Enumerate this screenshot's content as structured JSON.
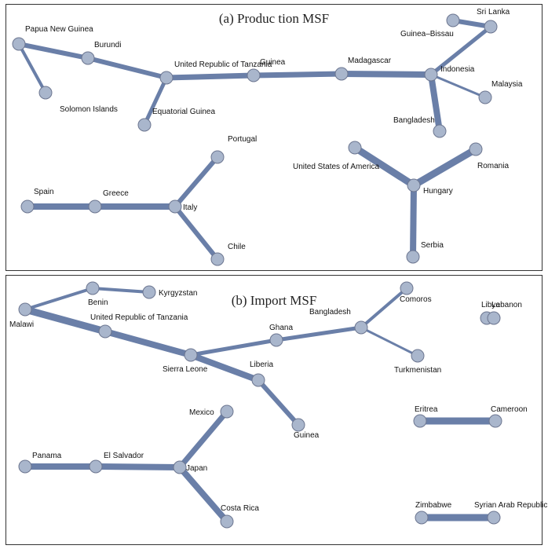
{
  "colors": {
    "edge": "#6a7fa8",
    "node_fill": "#a9b6cc",
    "node_stroke": "#6c7690",
    "border": "#333333"
  },
  "panels": [
    {
      "id": "a",
      "title": "(a) Produc tion MSF",
      "nodes": [
        {
          "id": "png",
          "label": "Papua New Guinea"
        },
        {
          "id": "sol",
          "label": "Solomon Islands"
        },
        {
          "id": "bur",
          "label": "Burundi"
        },
        {
          "id": "tza",
          "label": "United Republic of Tanzania"
        },
        {
          "id": "eqg",
          "label": "Equatorial Guinea"
        },
        {
          "id": "gin",
          "label": "Guinea"
        },
        {
          "id": "mdg",
          "label": "Madagascar"
        },
        {
          "id": "idn",
          "label": "Indonesia"
        },
        {
          "id": "gnb",
          "label": "Guinea–Bissau"
        },
        {
          "id": "lka",
          "label": "Sri Lanka"
        },
        {
          "id": "mys",
          "label": "Malaysia"
        },
        {
          "id": "bgd",
          "label": "Bangladesh"
        },
        {
          "id": "esp",
          "label": "Spain"
        },
        {
          "id": "grc",
          "label": "Greece"
        },
        {
          "id": "ita",
          "label": "Italy"
        },
        {
          "id": "prt",
          "label": "Portugal"
        },
        {
          "id": "chl",
          "label": "Chile"
        },
        {
          "id": "usa",
          "label": "United States of America"
        },
        {
          "id": "hun",
          "label": "Hungary"
        },
        {
          "id": "rou",
          "label": "Romania"
        },
        {
          "id": "srb",
          "label": "Serbia"
        }
      ],
      "edges": [
        {
          "from": "png",
          "to": "sol",
          "weight": 4
        },
        {
          "from": "png",
          "to": "bur",
          "weight": 6
        },
        {
          "from": "bur",
          "to": "tza",
          "weight": 6
        },
        {
          "from": "tza",
          "to": "eqg",
          "weight": 5
        },
        {
          "from": "tza",
          "to": "gin",
          "weight": 7
        },
        {
          "from": "gin",
          "to": "mdg",
          "weight": 7
        },
        {
          "from": "mdg",
          "to": "idn",
          "weight": 8
        },
        {
          "from": "idn",
          "to": "lka",
          "weight": 5
        },
        {
          "from": "lka",
          "to": "gnb",
          "weight": 6
        },
        {
          "from": "idn",
          "to": "mys",
          "weight": 3
        },
        {
          "from": "idn",
          "to": "bgd",
          "weight": 8
        },
        {
          "from": "esp",
          "to": "grc",
          "weight": 8
        },
        {
          "from": "grc",
          "to": "ita",
          "weight": 8
        },
        {
          "from": "ita",
          "to": "prt",
          "weight": 6
        },
        {
          "from": "ita",
          "to": "chl",
          "weight": 6
        },
        {
          "from": "usa",
          "to": "hun",
          "weight": 9
        },
        {
          "from": "hun",
          "to": "rou",
          "weight": 9
        },
        {
          "from": "hun",
          "to": "srb",
          "weight": 8
        }
      ]
    },
    {
      "id": "b",
      "title": "(b) Import MSF",
      "nodes": [
        {
          "id": "mwi",
          "label": "Malawi"
        },
        {
          "id": "ben",
          "label": "Benin"
        },
        {
          "id": "kgz",
          "label": "Kyrgyzstan"
        },
        {
          "id": "tza",
          "label": "United Republic of Tanzania"
        },
        {
          "id": "sle",
          "label": "Sierra Leone"
        },
        {
          "id": "gha",
          "label": "Ghana"
        },
        {
          "id": "bgd",
          "label": "Bangladesh"
        },
        {
          "id": "com",
          "label": "Comoros"
        },
        {
          "id": "tkm",
          "label": "Turkmenistan"
        },
        {
          "id": "lbr",
          "label": "Liberia"
        },
        {
          "id": "gin",
          "label": "Guinea"
        },
        {
          "id": "lby",
          "label": "Libya"
        },
        {
          "id": "lbn",
          "label": "Lebanon"
        },
        {
          "id": "eri",
          "label": "Eritrea"
        },
        {
          "id": "cmr",
          "label": "Cameroon"
        },
        {
          "id": "mex",
          "label": "Mexico"
        },
        {
          "id": "pan",
          "label": "Panama"
        },
        {
          "id": "slv",
          "label": "El Salvador"
        },
        {
          "id": "jpn",
          "label": "Japan"
        },
        {
          "id": "cri",
          "label": "Costa Rica"
        },
        {
          "id": "zwe",
          "label": "Zimbabwe"
        },
        {
          "id": "syr",
          "label": "Syrian Arab Republic"
        }
      ],
      "edges": [
        {
          "from": "mwi",
          "to": "ben",
          "weight": 4
        },
        {
          "from": "ben",
          "to": "kgz",
          "weight": 4
        },
        {
          "from": "mwi",
          "to": "tza",
          "weight": 9
        },
        {
          "from": "tza",
          "to": "sle",
          "weight": 8
        },
        {
          "from": "sle",
          "to": "gha",
          "weight": 5
        },
        {
          "from": "gha",
          "to": "bgd",
          "weight": 5
        },
        {
          "from": "bgd",
          "to": "com",
          "weight": 4
        },
        {
          "from": "bgd",
          "to": "tkm",
          "weight": 3
        },
        {
          "from": "sle",
          "to": "lbr",
          "weight": 8
        },
        {
          "from": "lbr",
          "to": "gin",
          "weight": 6
        },
        {
          "from": "lby",
          "to": "lbn",
          "weight": 8
        },
        {
          "from": "eri",
          "to": "cmr",
          "weight": 9
        },
        {
          "from": "pan",
          "to": "slv",
          "weight": 8
        },
        {
          "from": "slv",
          "to": "jpn",
          "weight": 8
        },
        {
          "from": "jpn",
          "to": "mex",
          "weight": 7
        },
        {
          "from": "jpn",
          "to": "cri",
          "weight": 8
        },
        {
          "from": "zwe",
          "to": "syr",
          "weight": 9
        }
      ]
    }
  ]
}
